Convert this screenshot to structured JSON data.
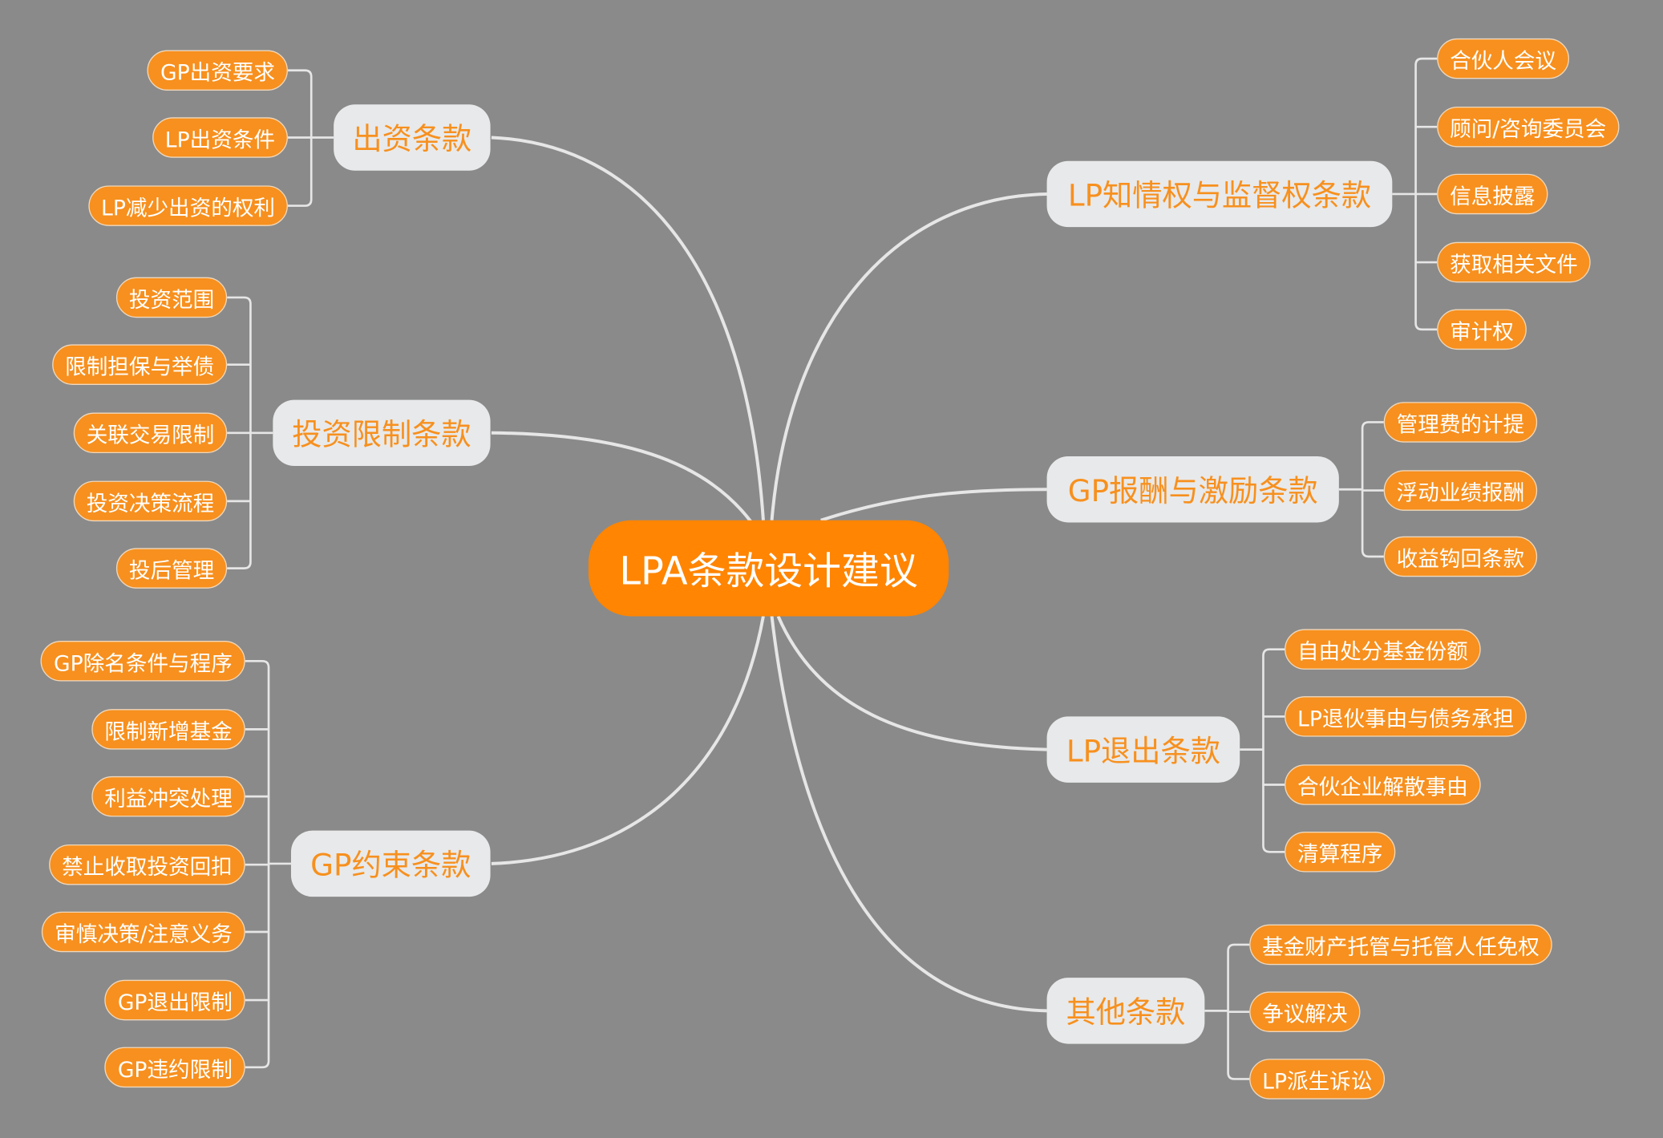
{
  "root": {
    "label": "LPA条款设计建议"
  },
  "colors": {
    "background": "#8a8a8a",
    "root": "#ff8502",
    "branch_bg": "#e8e9ea",
    "branch_text": "#f7901e",
    "leaf": "#f7901e",
    "line": "#e6e6e6"
  },
  "branches": [
    {
      "label": "出资条款",
      "leaves": [
        "GP出资要求",
        "LP出资条件",
        "LP减少出资的权利"
      ]
    },
    {
      "label": "投资限制条款",
      "leaves": [
        "投资范围",
        "限制担保与举债",
        "关联交易限制",
        "投资决策流程",
        "投后管理"
      ]
    },
    {
      "label": "GP约束条款",
      "leaves": [
        "GP除名条件与程序",
        "限制新增基金",
        "利益冲突处理",
        "禁止收取投资回扣",
        "审慎决策/注意义务",
        "GP退出限制",
        "GP违约限制"
      ]
    },
    {
      "label": "LP知情权与监督权条款",
      "leaves": [
        "合伙人会议",
        "顾问/咨询委员会",
        "信息披露",
        "获取相关文件",
        "审计权"
      ]
    },
    {
      "label": "GP报酬与激励条款",
      "leaves": [
        "管理费的计提",
        "浮动业绩报酬",
        "收益钩回条款"
      ]
    },
    {
      "label": "LP退出条款",
      "leaves": [
        "自由处分基金份额",
        "LP退伙事由与债务承担",
        "合伙企业解散事由",
        "清算程序"
      ]
    },
    {
      "label": "其他条款",
      "leaves": [
        "基金财产托管与托管人任免权",
        "争议解决",
        "LP派生诉讼"
      ]
    }
  ]
}
